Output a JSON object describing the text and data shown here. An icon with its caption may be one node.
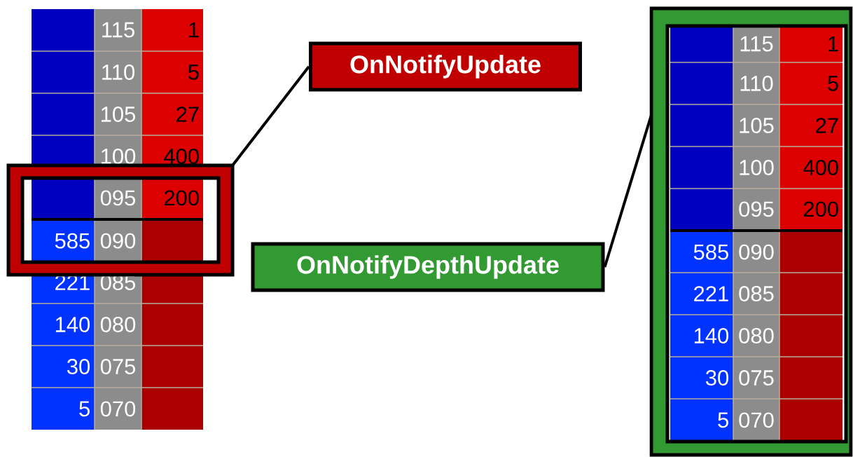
{
  "diagram": {
    "nodes": [
      {
        "text": [
          "OnNotifyUpdate"
        ]
      },
      {
        "text": [
          "OnNotifyDepthUpdate"
        ]
      },
      {
        "text": [],
        "shape": "box"
      },
      {
        "text": [],
        "shape": "box"
      }
    ],
    "edges": [
      {
        "from": 2,
        "to": 0,
        "arrow": "none"
      },
      {
        "from": 1,
        "to": 3,
        "arrow": "none"
      }
    ],
    "labels": [
      "115",
      "1",
      "110",
      "5",
      "105",
      "27",
      "100",
      "400",
      "095",
      "200",
      "585",
      "090",
      "221",
      "085",
      "140",
      "080",
      "30",
      "075",
      "5",
      "070",
      "115",
      "1",
      "110",
      "5",
      "105",
      "27",
      "100",
      "400",
      "095",
      "200",
      "585",
      "090",
      "221",
      "085",
      "140",
      "080",
      "30",
      "075",
      "5",
      "070"
    ]
  }
}
